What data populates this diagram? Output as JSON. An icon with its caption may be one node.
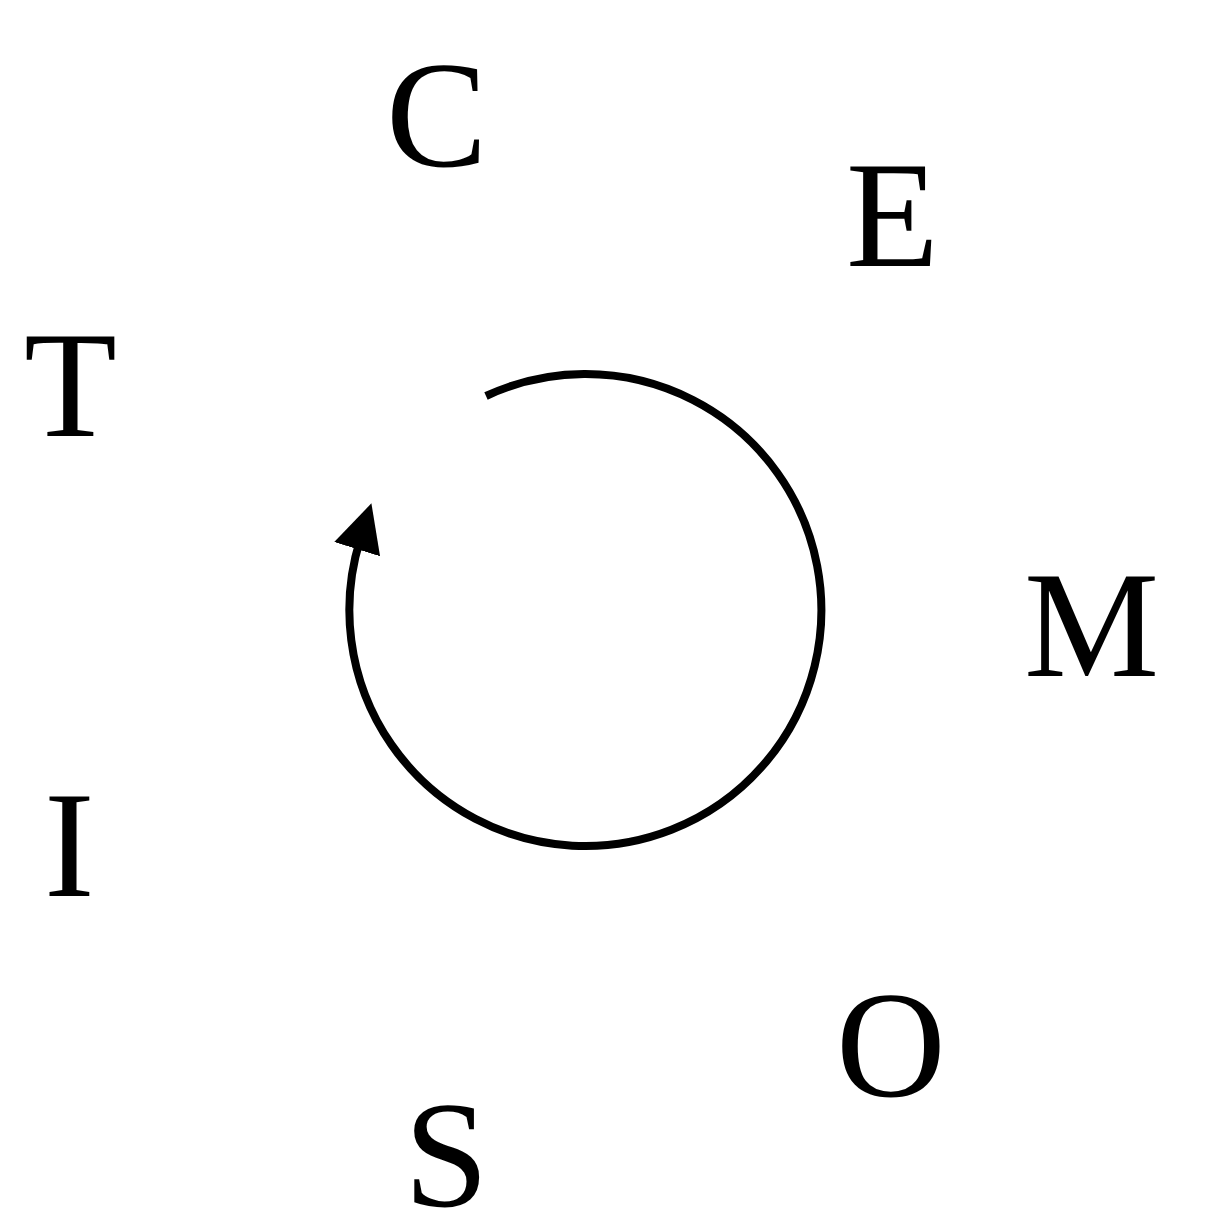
{
  "diagram": {
    "labels": [
      "C",
      "E",
      "T",
      "M",
      "I",
      "O",
      "S"
    ]
  }
}
